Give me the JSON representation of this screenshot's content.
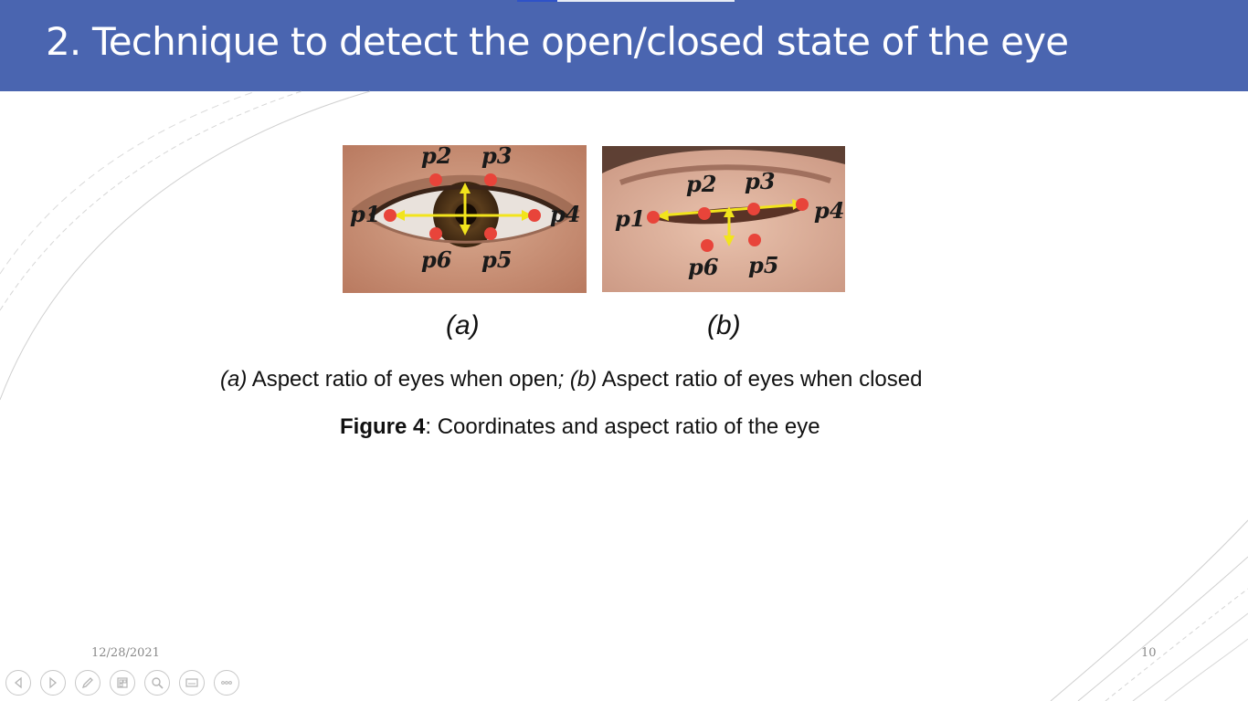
{
  "slide": {
    "title": "2. Technique to detect the open/closed state of the eye",
    "date": "12/28/2021",
    "page_number": "10"
  },
  "figure": {
    "images": [
      {
        "points": [
          "p1",
          "p2",
          "p3",
          "p4",
          "p5",
          "p6"
        ]
      },
      {
        "points": [
          "p1",
          "p2",
          "p3",
          "p4",
          "p5",
          "p6"
        ]
      }
    ],
    "label_a": "(a)",
    "label_b": "(b)",
    "caption": {
      "part_a_label": "(a)",
      "part_a_text": " Aspect ratio of eyes when open",
      "separator": ";",
      "part_b_label": " (b)",
      "part_b_text": " Aspect ratio of eyes when closed"
    },
    "figure_caption": {
      "number": "Figure 4",
      "text": ": Coordinates and aspect ratio of the eye"
    }
  },
  "toolbar": {
    "buttons": [
      "previous-slide-icon",
      "next-slide-icon",
      "pen-icon",
      "slides-icon",
      "zoom-icon",
      "subtitles-icon",
      "more-options-icon"
    ]
  },
  "colors": {
    "title_bar": "#4a65b0",
    "landmark_point": "#e8443a",
    "arrow": "#f2e41c"
  }
}
